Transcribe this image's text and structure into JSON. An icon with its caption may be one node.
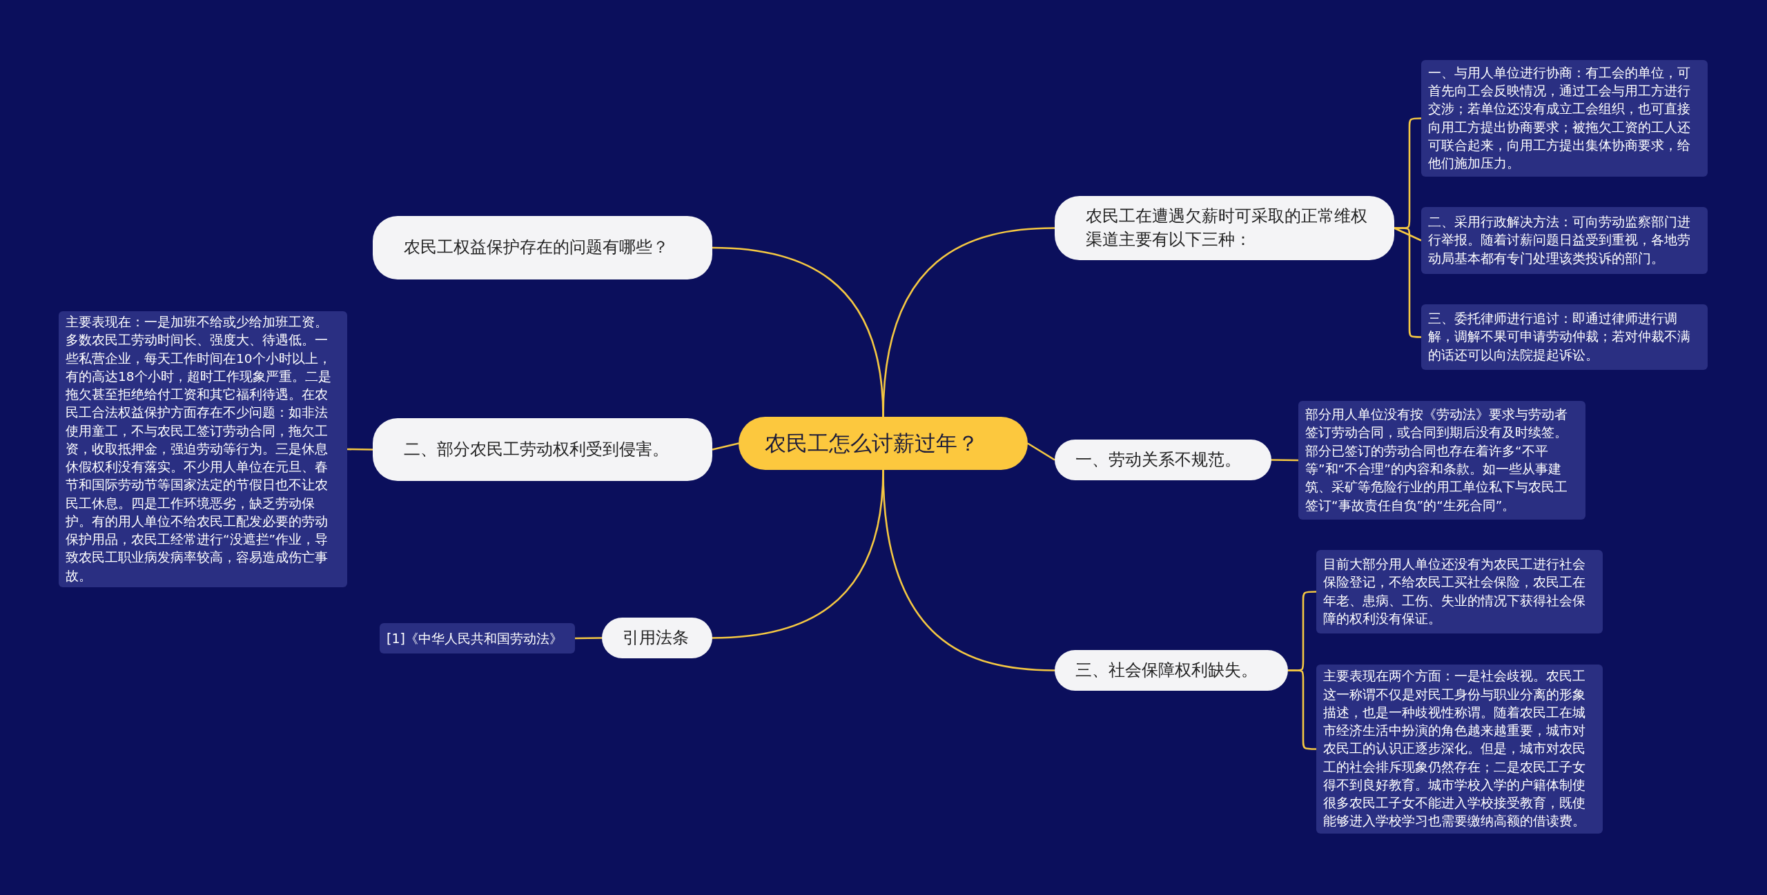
{
  "diagram": {
    "nodes": [
      {
        "text": [
          "农民工怎么讨薪过年？"
        ]
      },
      {
        "text": [
          "农民工权益保护存在的问题有哪些？"
        ]
      },
      {
        "text": [
          "二、部分农民工劳动权利受到侵害。"
        ]
      },
      {
        "text": [
          "主要表现在：一是加班不给或少给加班工资。多数农民工劳动时间长、强度大、待遇低。一些私营企业，每天工作时间在10个小时以上，有的高达18个小时，超时工作现象严重。二是拖欠甚至拒绝给付工资和其它福利待遇。在农民工合法权益保护方面存在不少问题：如非法使用童工，不与农民工签订劳动合同，拖欠工资，收取抵押金，强迫劳动等行为。三是休息休假权利没有落实。不少用人单位在元旦、春节和国际劳动节等国家法定的节假日也不让农民工休息。四是工作环境恶劣，缺乏劳动保护。有的用人单位不给农民工配发必要的劳动保护用品，农民工经常进行“没遮拦”作业，导致农民工职业病发病率较高，容易造成伤亡事故。"
        ]
      },
      {
        "text": [
          "引用法条"
        ]
      },
      {
        "text": [
          "[1]《中华人民共和国劳动法》"
        ]
      },
      {
        "text": [
          "农民工在遭遇欠薪时可采取的正常维权渠道主要有以下三种："
        ]
      },
      {
        "text": [
          "一、与用人单位进行协商：有工会的单位，可首先向工会反映情况，通过工会与用工方进行交涉；若单位还没有成立工会组织，也可直接向用工方提出协商要求；被拖欠工资的工人还可联合起来，向用工方提出集体协商要求，给他们施加压力。"
        ]
      },
      {
        "text": [
          "二、采用行政解决方法：可向劳动监察部门进行举报。随着讨薪问题日益受到重视，各地劳动局基本都有专门处理该类投诉的部门。"
        ]
      },
      {
        "text": [
          "三、委托律师进行追讨：即通过律师进行调解，调解不果可申请劳动仲裁；若对仲裁不满的话还可以向法院提起诉讼。"
        ]
      },
      {
        "text": [
          "一、劳动关系不规范。"
        ]
      },
      {
        "text": [
          "部分用人单位没有按《劳动法》要求与劳动者签订劳动合同，或合同到期后没有及时续签。部分已签订的劳动合同也存在着许多“不平等”和“不合理”的内容和条款。如一些从事建筑、采矿等危险行业的用工单位私下与农民工签订“事故责任自负”的“生死合同”。"
        ]
      },
      {
        "text": [
          "三、社会保障权利缺失。"
        ]
      },
      {
        "text": [
          "目前大部分用人单位还没有为农民工进行社会保险登记，不给农民工买社会保险，农民工在年老、患病、工伤、失业的情况下获得社会保障的权利没有保证。"
        ]
      },
      {
        "text": [
          "主要表现在两个方面：一是社会歧视。农民工这一称谓不仅是对民工身份与职业分离的形象描述，也是一种歧视性称谓。随着农民工在城市经济生活中扮演的角色越来越重要，城市对农民工的认识正逐步深化。但是，城市对农民工的社会排斥现象仍然存在；二是农民工子女得不到良好教育。城市学校入学的户籍体制使很多农民工子女不能进入学校接受教育，既使能够进入学校学习也需要缴纳高额的借读费。"
        ]
      }
    ],
    "edges": [
      {
        "from": 0,
        "to": 1,
        "arrow": "none"
      },
      {
        "from": 0,
        "to": 2,
        "arrow": "none"
      },
      {
        "from": 2,
        "to": 3,
        "arrow": "none"
      },
      {
        "from": 0,
        "to": 4,
        "arrow": "none"
      },
      {
        "from": 4,
        "to": 5,
        "arrow": "none"
      },
      {
        "from": 0,
        "to": 6,
        "arrow": "none"
      },
      {
        "from": 6,
        "to": 7,
        "arrow": "none"
      },
      {
        "from": 6,
        "to": 8,
        "arrow": "none"
      },
      {
        "from": 6,
        "to": 9,
        "arrow": "none"
      },
      {
        "from": 0,
        "to": 10,
        "arrow": "none"
      },
      {
        "from": 10,
        "to": 11,
        "arrow": "none"
      },
      {
        "from": 0,
        "to": 12,
        "arrow": "none"
      },
      {
        "from": 12,
        "to": 13,
        "arrow": "none"
      },
      {
        "from": 12,
        "to": 14,
        "arrow": "none"
      }
    ]
  }
}
